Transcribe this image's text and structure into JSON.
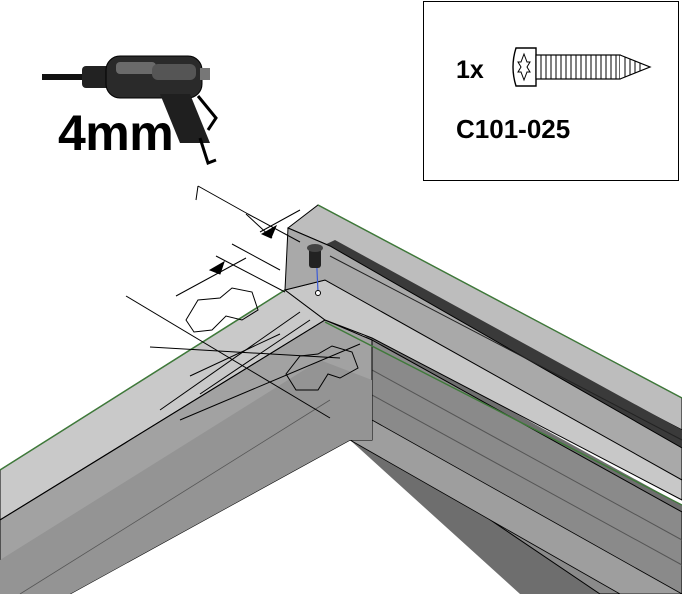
{
  "drill": {
    "bit_size": "4mm",
    "icon": "power-drill-icon"
  },
  "parts": {
    "quantity": "1x",
    "part_number": "C101-025",
    "icon": "pan-head-self-tapping-screw-icon"
  },
  "colors": {
    "profile_light": "#c6c6c6",
    "profile_mid": "#a9a9a9",
    "profile_dark": "#7e7e7e",
    "edge_green": "#3f7a3a",
    "line": "#000000"
  }
}
